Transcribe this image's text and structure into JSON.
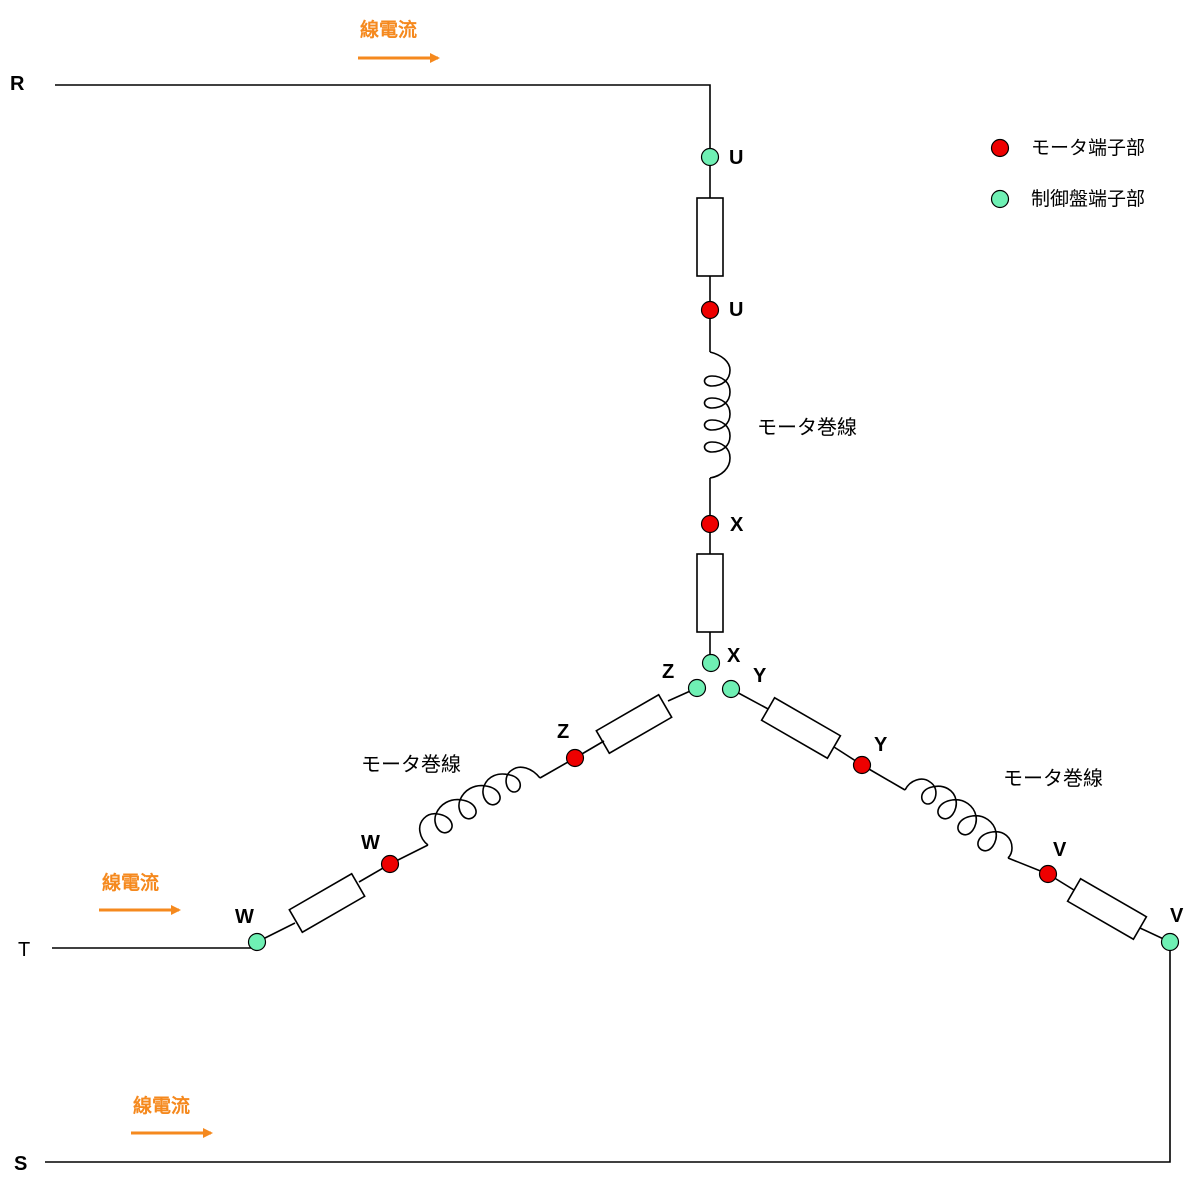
{
  "colors": {
    "motor_terminal": "#ee0000",
    "panel_terminal": "#6ff0b4",
    "current_arrow": "#f5891e",
    "wire": "#000000"
  },
  "lines": {
    "r": "R",
    "s": "S",
    "t": "T"
  },
  "terminals": {
    "u": "U",
    "u_motor": "U",
    "x_motor": "X",
    "x": "X",
    "y": "Y",
    "y_motor": "Y",
    "v_motor": "V",
    "v": "V",
    "z": "Z",
    "z_motor": "Z",
    "w_motor": "W",
    "w": "W"
  },
  "windings": {
    "u_phase": "モータ巻線",
    "v_phase": "モータ巻線",
    "w_phase": "モータ巻線"
  },
  "line_current": {
    "r_label": "線電流",
    "t_label": "線電流",
    "s_label": "線電流",
    "arrow_icon": "arrow-right-icon"
  },
  "legend": {
    "motor_terminal": "モータ端子部",
    "panel_terminal": "制御盤端子部"
  }
}
